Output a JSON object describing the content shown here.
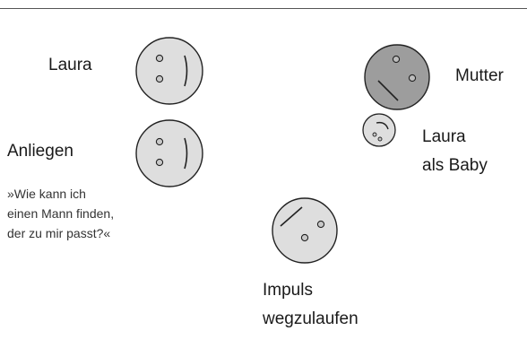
{
  "labels": {
    "laura": "Laura",
    "anliegen": "Anliegen",
    "mutter": "Mutter",
    "baby_line1": "Laura",
    "baby_line2": "als Baby",
    "impuls_line1": "Impuls",
    "impuls_line2": "wegzulaufen"
  },
  "quote": {
    "line1": "»Wie kann ich",
    "line2": "einen Mann finden,",
    "line3": "der zu mir passt?«"
  },
  "colors": {
    "light_face": "#dedede",
    "dark_face": "#9d9d9d",
    "stroke": "#222222"
  },
  "figures": [
    {
      "name": "laura-figure"
    },
    {
      "name": "anliegen-figure"
    },
    {
      "name": "mutter-figure"
    },
    {
      "name": "baby-figure"
    },
    {
      "name": "impuls-figure"
    }
  ]
}
